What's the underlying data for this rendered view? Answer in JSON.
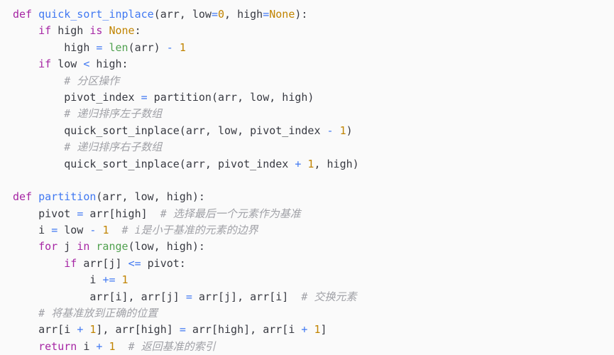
{
  "code": {
    "language": "python",
    "lines": [
      "def quick_sort_inplace(arr, low=0, high=None):",
      "    if high is None:",
      "        high = len(arr) - 1",
      "    if low < high:",
      "        # 分区操作",
      "        pivot_index = partition(arr, low, high)",
      "        # 递归排序左子数组",
      "        quick_sort_inplace(arr, low, pivot_index - 1)",
      "        # 递归排序右子数组",
      "        quick_sort_inplace(arr, pivot_index + 1, high)",
      "",
      "def partition(arr, low, high):",
      "    pivot = arr[high]  # 选择最后一个元素作为基准",
      "    i = low - 1  # i是小于基准的元素的边界",
      "    for j in range(low, high):",
      "        if arr[j] <= pivot:",
      "            i += 1",
      "            arr[i], arr[j] = arr[j], arr[i]  # 交换元素",
      "    # 将基准放到正确的位置",
      "    arr[i + 1], arr[high] = arr[high], arr[i + 1]",
      "    return i + 1  # 返回基准的索引"
    ],
    "tokens": {
      "def": "def",
      "fn_quick": "quick_sort_inplace",
      "fn_partition": "partition",
      "if": "if",
      "is": "is",
      "none": "None",
      "len": "len",
      "range": "range",
      "for": "for",
      "in": "in",
      "return": "return",
      "zero": "0",
      "one": "1",
      "c_partition_op": "# 分区操作",
      "c_left": "# 递归排序左子数组",
      "c_right": "# 递归排序右子数组",
      "c_pivot": "# 选择最后一个元素作为基准",
      "c_boundary": "# i是小于基准的元素的边界",
      "c_swap": "# 交换元素",
      "c_place": "# 将基准放到正确的位置",
      "c_return": "# 返回基准的索引"
    }
  },
  "colors": {
    "background": "#fafafa",
    "text": "#383a42",
    "keyword": "#a626a4",
    "function": "#4078f2",
    "number": "#c18401",
    "builtin": "#50a14f",
    "comment": "#a0a1a7"
  }
}
